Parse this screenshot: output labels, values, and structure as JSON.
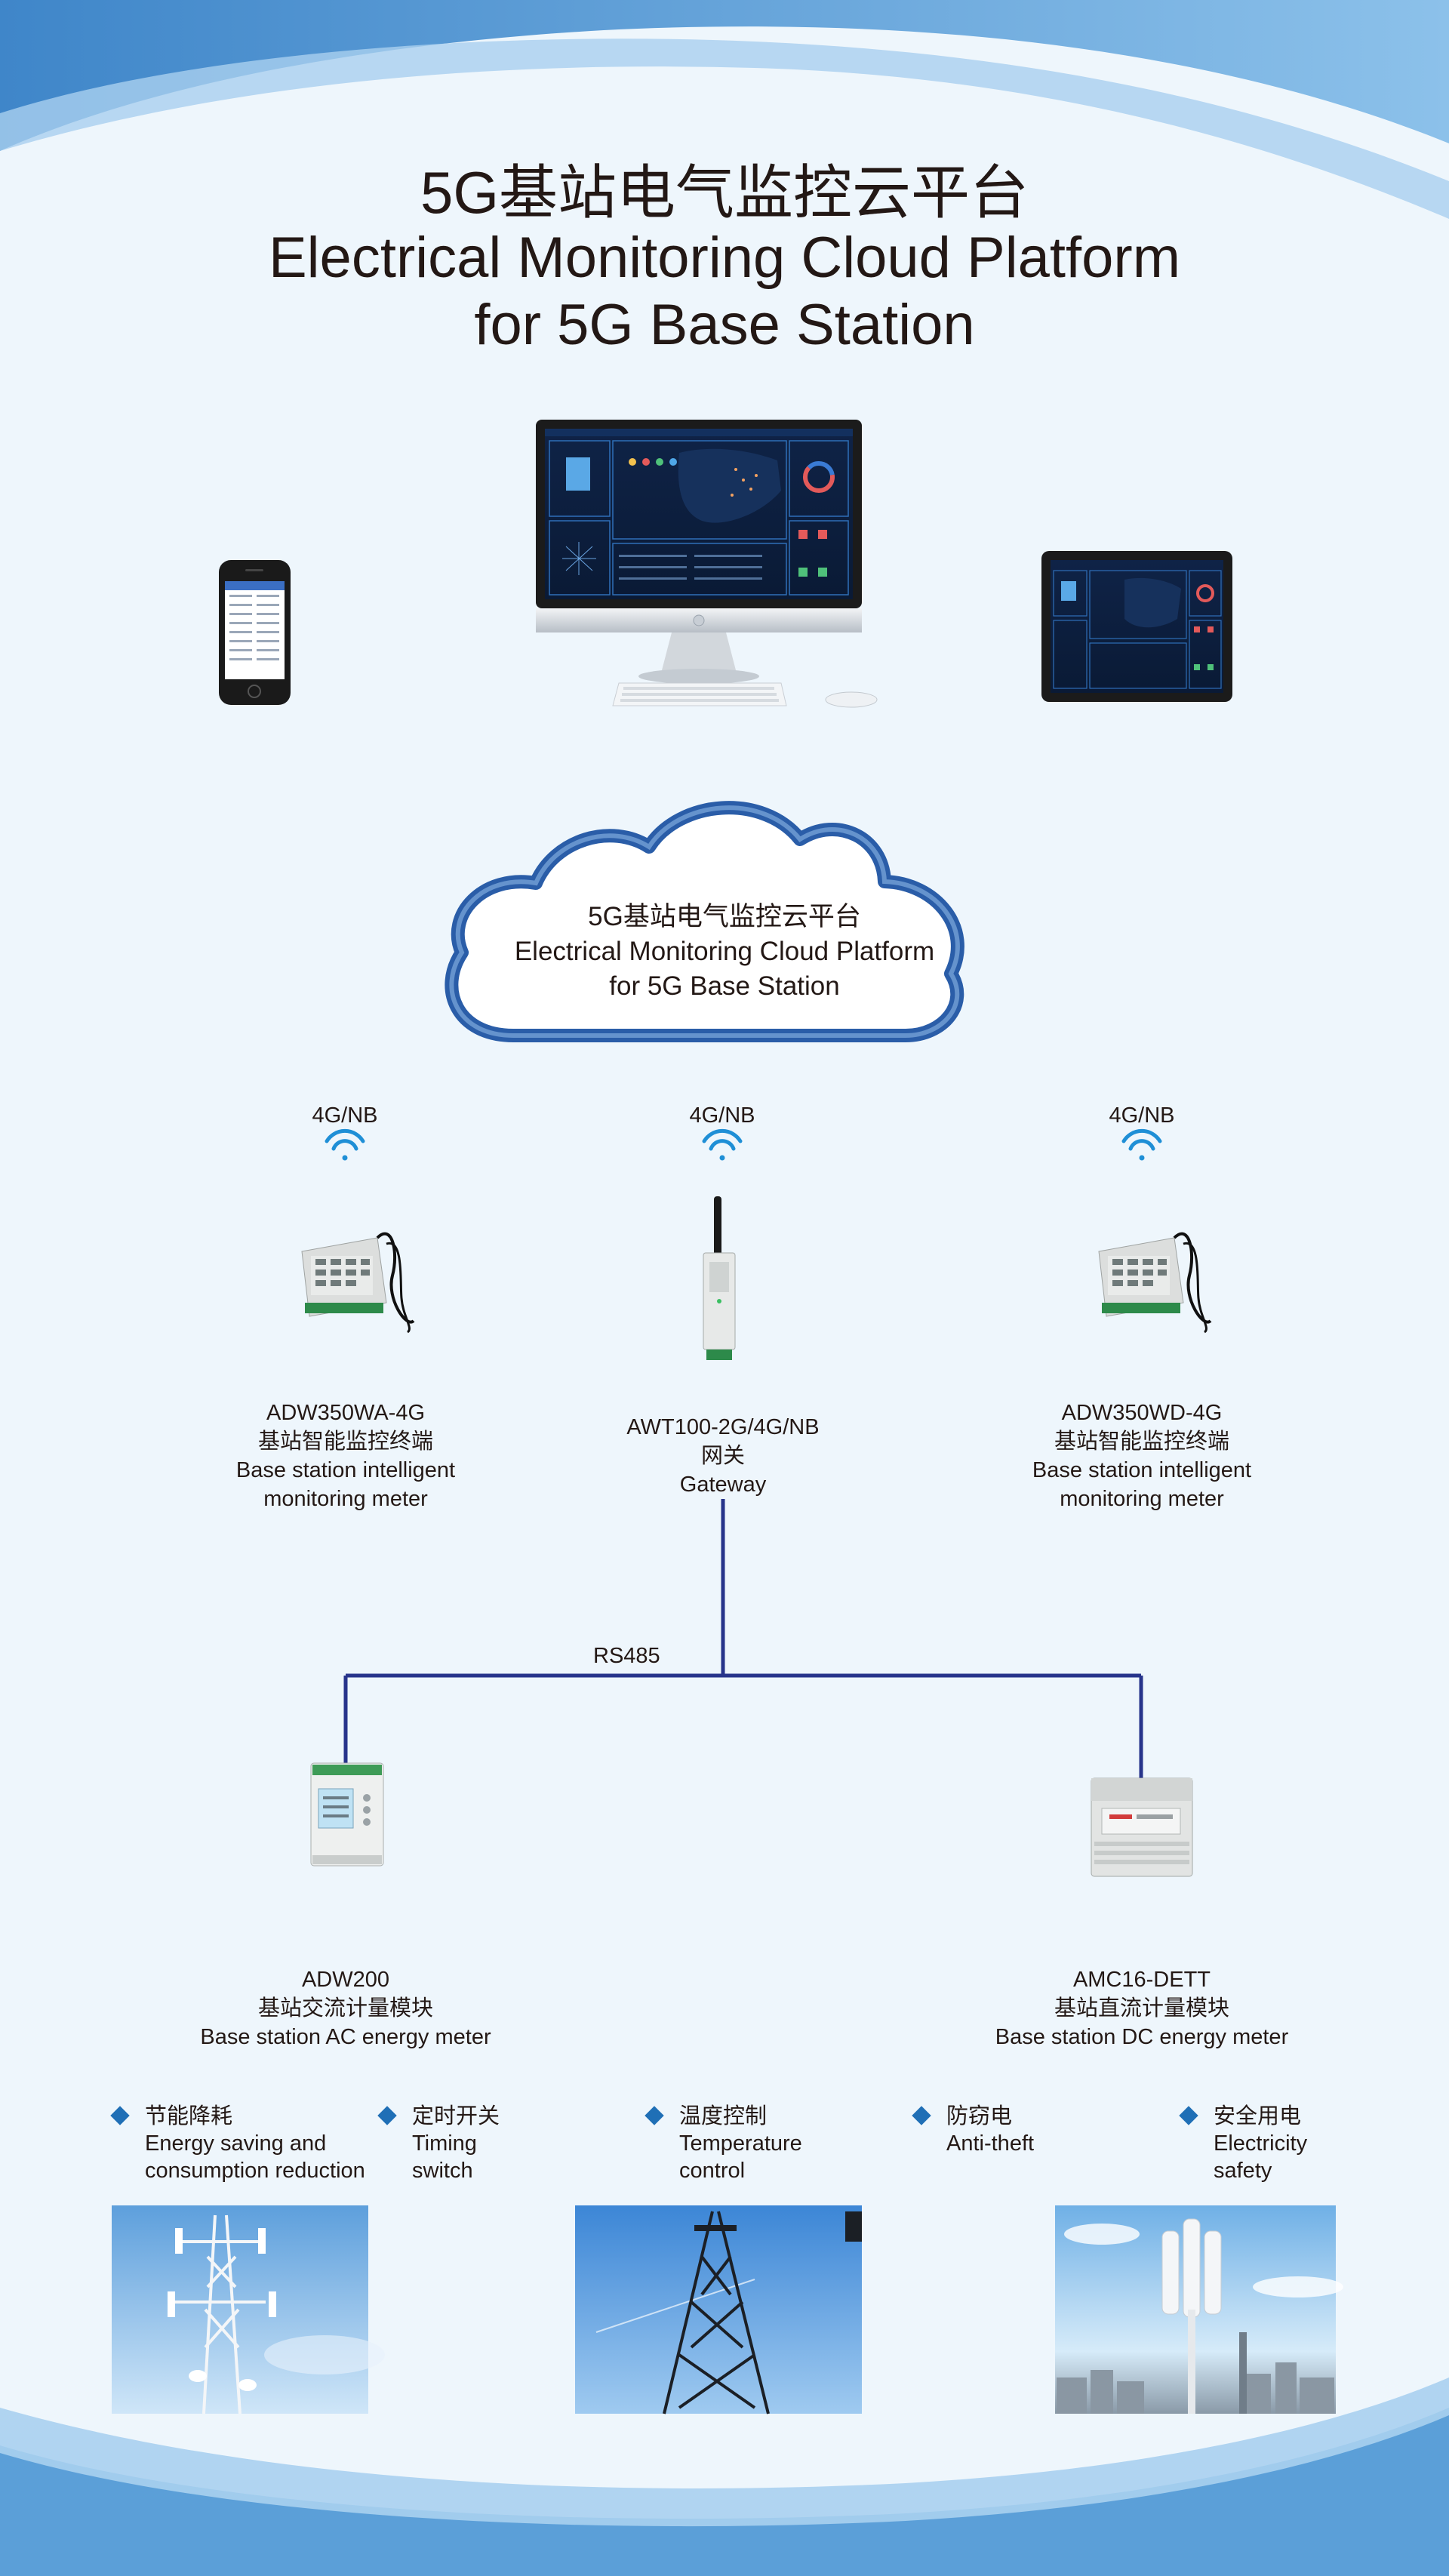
{
  "title": {
    "zh": "5G基站电气监控云平台",
    "en_line1": "Electrical Monitoring Cloud Platform",
    "en_line2": "for 5G Base Station"
  },
  "cloud": {
    "zh": "5G基站电气监控云平台",
    "en_line1": "Electrical Monitoring Cloud Platform",
    "en_line2": "for 5G Base Station"
  },
  "network": {
    "left": "4G/NB",
    "center": "4G/NB",
    "right": "4G/NB"
  },
  "devices": {
    "left": {
      "model": "ADW350WA-4G",
      "zh": "基站智能监控终端",
      "en_line1": "Base station intelligent",
      "en_line2": "monitoring meter"
    },
    "center": {
      "model": "AWT100-2G/4G/NB",
      "zh": "网关",
      "en": "Gateway"
    },
    "right": {
      "model": "ADW350WD-4G",
      "zh": "基站智能监控终端",
      "en_line1": "Base station intelligent",
      "en_line2": "monitoring meter"
    }
  },
  "bus_label": "RS485",
  "meters": {
    "ac": {
      "model": "ADW200",
      "zh": "基站交流计量模块",
      "en": "Base station AC energy meter"
    },
    "dc": {
      "model": "AMC16-DETT",
      "zh": "基站直流计量模块",
      "en": "Base station DC energy meter"
    }
  },
  "features": [
    {
      "zh": "节能降耗",
      "en_line1": "Energy saving and",
      "en_line2": "consumption reduction"
    },
    {
      "zh": "定时开关",
      "en_line1": "Timing",
      "en_line2": "switch"
    },
    {
      "zh": "温度控制",
      "en_line1": "Temperature",
      "en_line2": "control"
    },
    {
      "zh": "防窃电",
      "en_line1": "Anti-theft",
      "en_line2": ""
    },
    {
      "zh": "安全用电",
      "en_line1": "Electricity",
      "en_line2": "safety"
    }
  ],
  "colors": {
    "line": "#27348b",
    "accent": "#1f6fb6",
    "cloud_border": "#2a5da8",
    "band": "#5b9fd8"
  }
}
